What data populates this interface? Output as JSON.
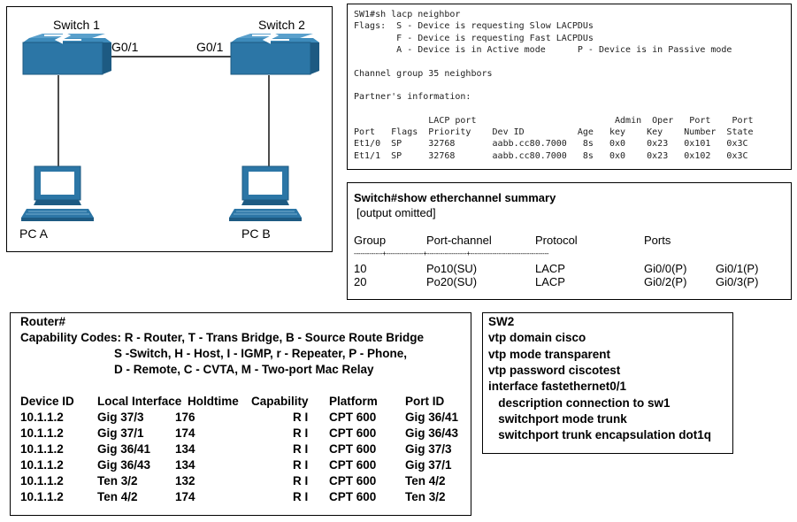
{
  "topology": {
    "switch1_label": "Switch 1",
    "switch2_label": "Switch 2",
    "sw1_port": "G0/1",
    "sw2_port": "G0/1",
    "pc_a_label": "PC A",
    "pc_b_label": "PC B",
    "device_color": "#2c76a6",
    "device_color_dark": "#1d5a82"
  },
  "lacp": {
    "lines": [
      "SW1#sh lacp neighbor",
      "Flags:  S - Device is requesting Slow LACPDUs",
      "        F - Device is requesting Fast LACPDUs",
      "        A - Device is in Active mode      P - Device is in Passive mode",
      "",
      "Channel group 35 neighbors",
      "",
      "Partner's information:",
      "",
      "              LACP port                          Admin  Oper   Port    Port",
      "Port   Flags  Priority    Dev ID          Age   key    Key    Number  State",
      "Et1/0  SP     32768       aabb.cc80.7000   8s   0x0    0x23   0x101   0x3C",
      "Et1/1  SP     32768       aabb.cc80.7000   8s   0x0    0x23   0x102   0x3C"
    ]
  },
  "etherchannel": {
    "title": "Switch#show etherchannel summary",
    "subtitle": "[output omitted]",
    "headers": [
      "Group",
      "Port-channel",
      "Protocol",
      "Ports"
    ],
    "separator": "-------------+-----------------+------------------+------------------------------------",
    "rows": [
      {
        "group": "10",
        "channel": "Po10(SU)",
        "protocol": "LACP",
        "port1": "Gi0/0(P)",
        "port2": "Gi0/1(P)"
      },
      {
        "group": "20",
        "channel": "Po20(SU)",
        "protocol": "LACP",
        "port1": "Gi0/2(P)",
        "port2": "Gi0/3(P)"
      }
    ]
  },
  "cdp": {
    "prompt": "Router#",
    "cap_line1": "Capability Codes: R - Router, T - Trans Bridge, B - Source Route Bridge",
    "cap_line2": "S -Switch, H - Host, I - IGMP, r - Repeater, P - Phone,",
    "cap_line3": "D - Remote, C - CVTA, M - Two-port Mac Relay",
    "headers": [
      "Device ID",
      "Local Interface",
      "Holdtime",
      "Capability",
      "Platform",
      "Port ID"
    ],
    "rows": [
      {
        "device": "10.1.1.2",
        "local": "Gig 37/3",
        "hold": "176",
        "cap": "R I",
        "platform": "CPT 600",
        "port": "Gig 36/41"
      },
      {
        "device": "10.1.1.2",
        "local": "Gig 37/1",
        "hold": "174",
        "cap": "R I",
        "platform": "CPT 600",
        "port": "Gig 36/43"
      },
      {
        "device": "10.1.1.2",
        "local": "Gig 36/41",
        "hold": "134",
        "cap": "R I",
        "platform": "CPT 600",
        "port": "Gig 37/3"
      },
      {
        "device": "10.1.1.2",
        "local": "Gig 36/43",
        "hold": "134",
        "cap": "R I",
        "platform": "CPT 600",
        "port": "Gig 37/1"
      },
      {
        "device": "10.1.1.2",
        "local": "Ten 3/2",
        "hold": "132",
        "cap": "R I",
        "platform": "CPT 600",
        "port": "Ten 4/2"
      },
      {
        "device": "10.1.1.2",
        "local": "Ten 4/2",
        "hold": "174",
        "cap": "R I",
        "platform": "CPT 600",
        "port": "Ten 3/2"
      }
    ]
  },
  "sw2_config": {
    "lines": [
      "SW2",
      "vtp domain cisco",
      "vtp mode transparent",
      "vtp password ciscotest",
      "interface fastethernet0/1",
      "   description connection to sw1",
      "   switchport mode trunk",
      "   switchport trunk encapsulation dot1q"
    ]
  }
}
